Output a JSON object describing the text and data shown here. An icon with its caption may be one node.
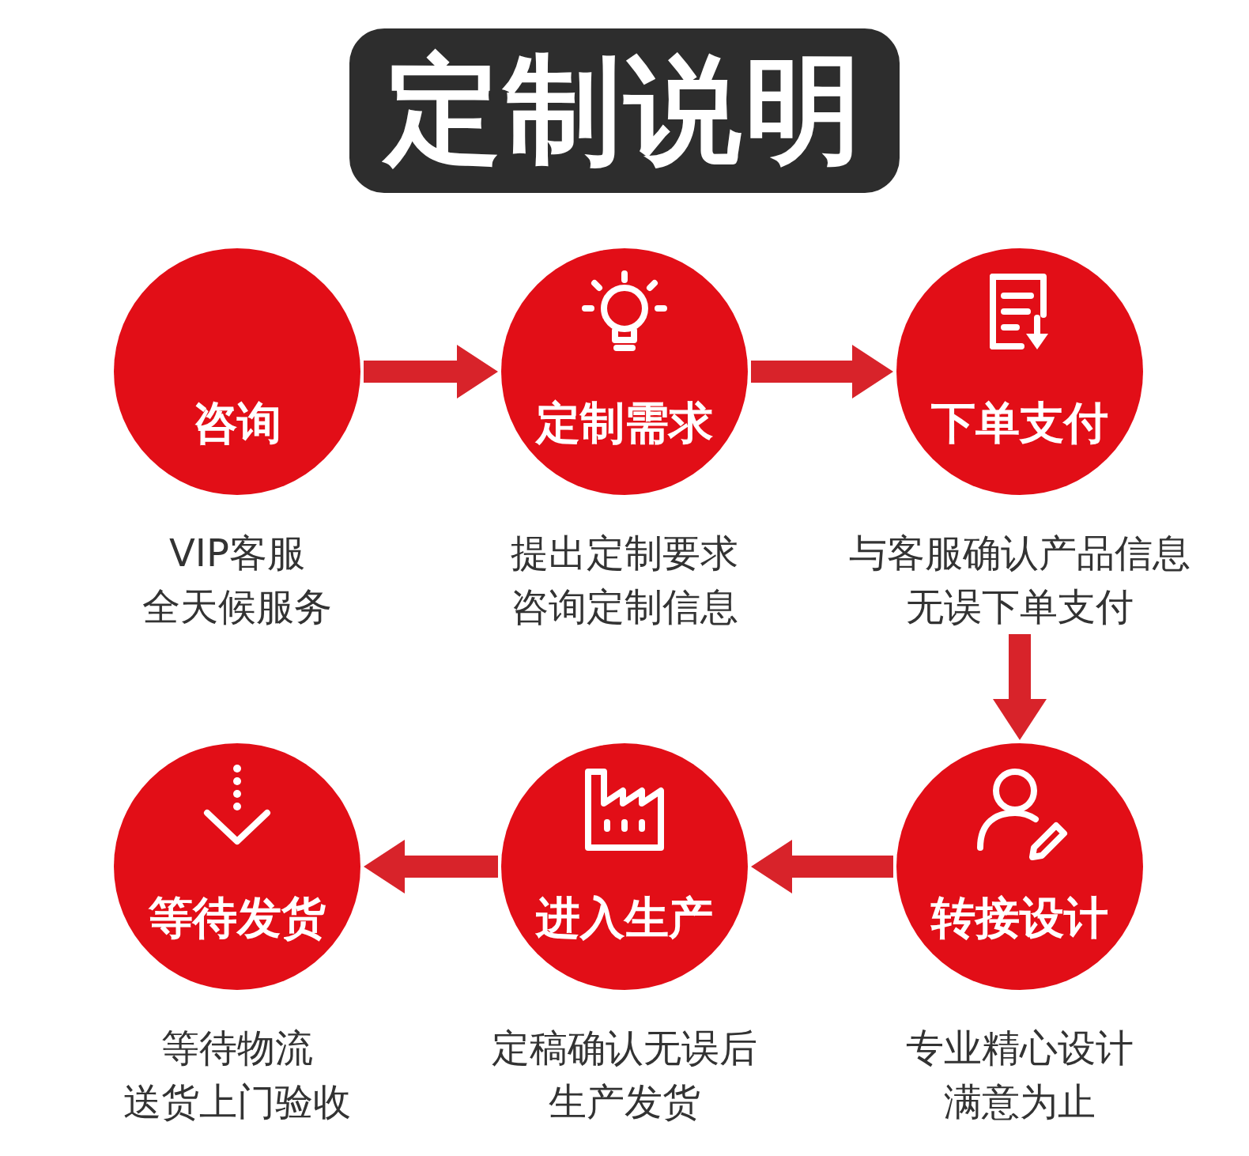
{
  "diagram": {
    "title": "定制说明",
    "nodes": [
      {
        "text": [
          "咨询"
        ],
        "beside": [
          "VIP客服",
          "全天候服务"
        ]
      },
      {
        "text": [
          "定制需求"
        ],
        "beside": [
          "提出定制要求",
          "咨询定制信息"
        ]
      },
      {
        "text": [
          "下单支付"
        ],
        "beside": [
          "与客服确认产品信息",
          "无误下单支付"
        ]
      },
      {
        "text": [
          "等待发货"
        ],
        "beside": [
          "等待物流",
          "送货上门验收"
        ]
      },
      {
        "text": [
          "进入生产"
        ],
        "beside": [
          "定稿确认无误后",
          "生产发货"
        ]
      },
      {
        "text": [
          "转接设计"
        ],
        "beside": [
          "专业精心设计",
          "满意为止"
        ]
      }
    ],
    "edges": [
      {
        "from": 0,
        "to": 1,
        "arrow": "to"
      },
      {
        "from": 1,
        "to": 2,
        "arrow": "to"
      },
      {
        "from": 2,
        "to": 5,
        "arrow": "to"
      },
      {
        "from": 5,
        "to": 4,
        "arrow": "to"
      },
      {
        "from": 4,
        "to": 3,
        "arrow": "to"
      }
    ]
  }
}
